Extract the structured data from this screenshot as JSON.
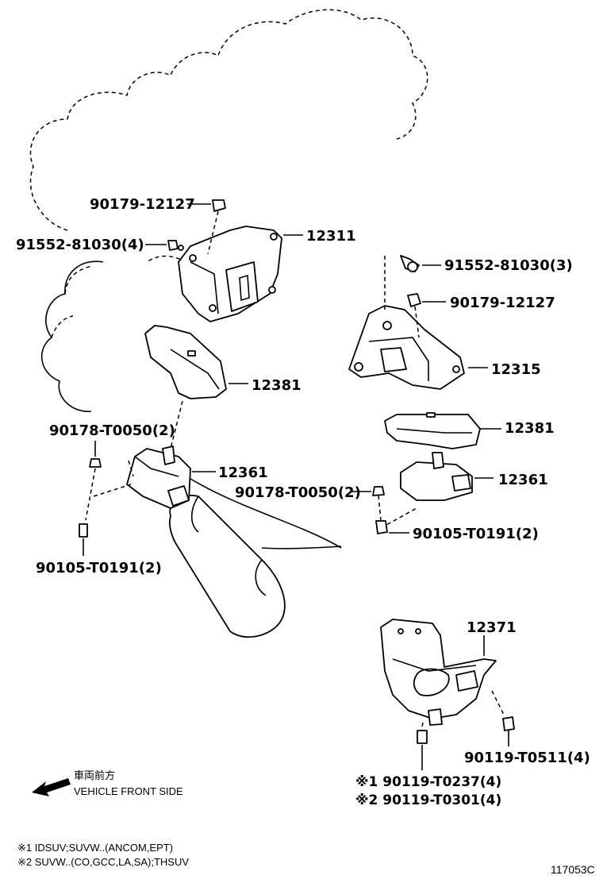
{
  "labels": {
    "p_90179_top": "90179-12127",
    "p_91552_left": "91552-81030(4)",
    "p_12311": "12311",
    "p_91552_right": "91552-81030(3)",
    "p_90179_right": "90179-12127",
    "p_12315": "12315",
    "p_12381_left": "12381",
    "p_12381_right": "12381",
    "p_90178_left": "90178-T0050(2)",
    "p_12361_left": "12361",
    "p_90178_right": "90178-T0050(2)",
    "p_12361_right": "12361",
    "p_90105_right": "90105-T0191(2)",
    "p_90105_left": "90105-T0191(2)",
    "p_12371": "12371",
    "p_90119_t0511": "90119-T0511(4)",
    "p_90119_t0237": "※1 90119-T0237(4)",
    "p_90119_t0301": "※2 90119-T0301(4)"
  },
  "direction": {
    "japanese": "車両前方",
    "english": "VEHICLE FRONT SIDE"
  },
  "notes": [
    "※1 IDSUV;SUVW..(ANCOM,EPT)",
    "※2 SUVW..(CO,GCC,LA,SA);THSUV"
  ],
  "figure_ref": "117053C"
}
